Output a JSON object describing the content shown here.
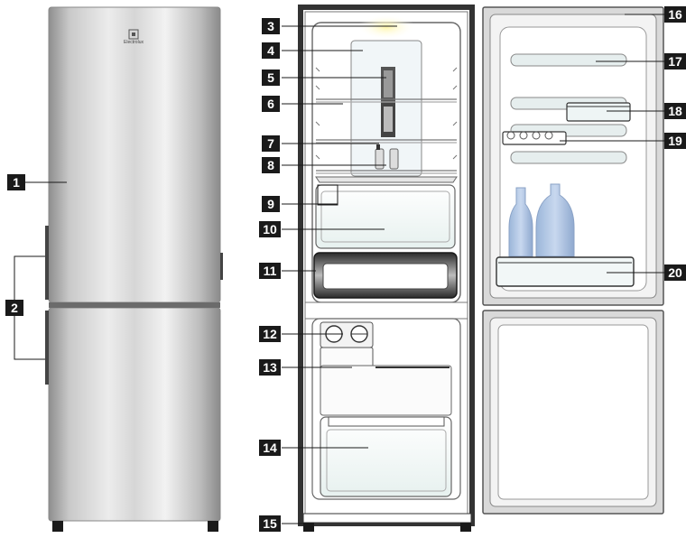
{
  "brand": {
    "logo_text": "Electrolux"
  },
  "callouts": [
    "1",
    "2",
    "3",
    "4",
    "5",
    "6",
    "7",
    "8",
    "9",
    "10",
    "11",
    "12",
    "13",
    "14",
    "15",
    "16",
    "17",
    "18",
    "19",
    "20"
  ]
}
